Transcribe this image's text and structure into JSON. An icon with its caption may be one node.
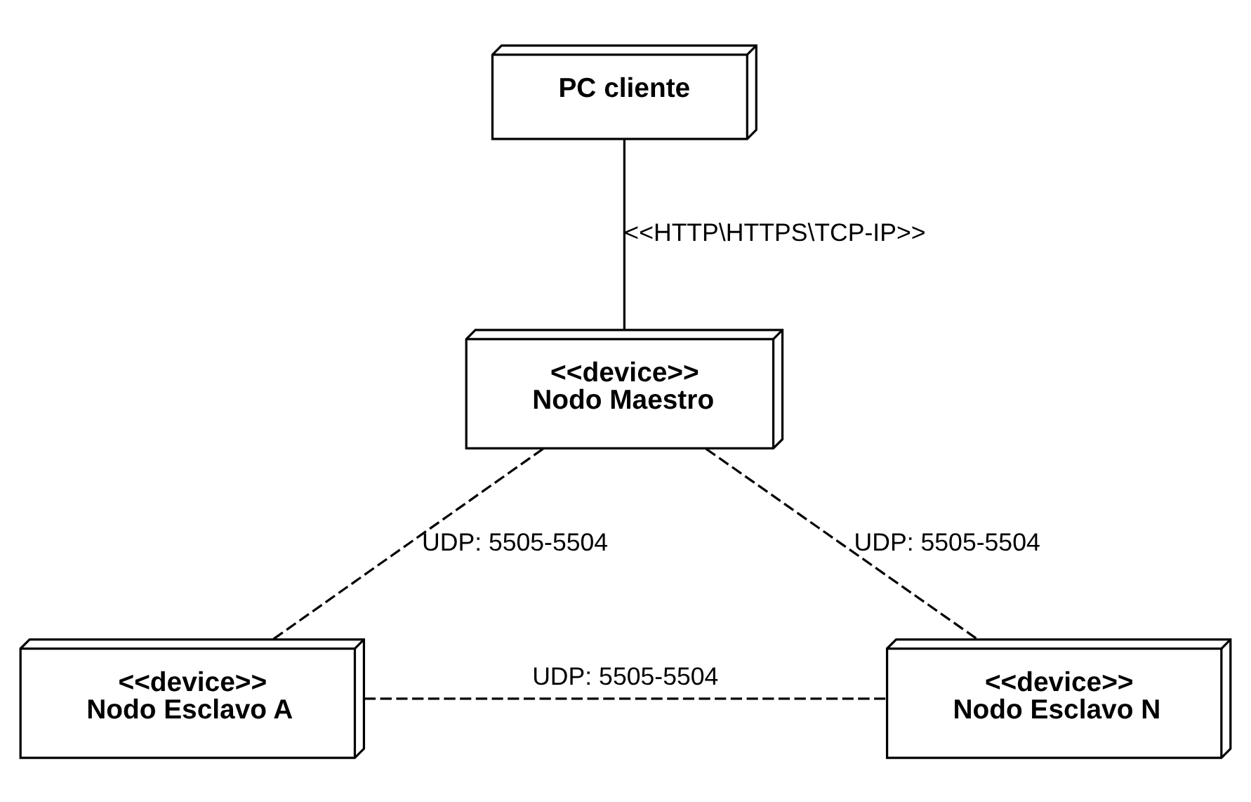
{
  "diagram": {
    "nodes": [
      {
        "text": [
          "PC cliente"
        ]
      },
      {
        "text": [
          "<<device>>",
          "Nodo Maestro"
        ]
      },
      {
        "text": [
          "<<device>>",
          "Nodo Esclavo A"
        ]
      },
      {
        "text": [
          "<<device>>",
          "Nodo Esclavo N"
        ]
      }
    ],
    "edges": [
      {
        "from": 0,
        "to": 1,
        "arrow": "none",
        "label": "<<HTTP\\HTTPS\\TCP-IP>>"
      },
      {
        "from": 1,
        "to": 2,
        "arrow": "none",
        "style": "dashed",
        "label": "UDP: 5505-5504"
      },
      {
        "from": 1,
        "to": 3,
        "arrow": "none",
        "style": "dashed",
        "label": "UDP: 5505-5504"
      },
      {
        "from": 2,
        "to": 3,
        "arrow": "none",
        "style": "dashed",
        "label": "UDP: 5505-5504"
      }
    ]
  }
}
